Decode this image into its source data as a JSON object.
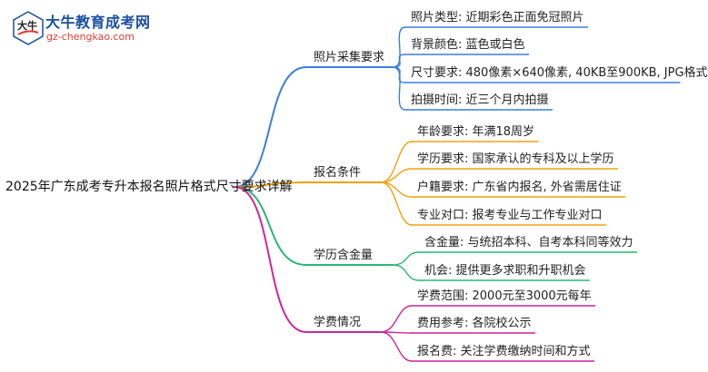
{
  "logo": {
    "badge_text": "大牛",
    "title": "大牛教育成考网",
    "url": "gz-chengkao.com"
  },
  "root": "2025年广东成考专升本报名照片格式尺寸要求详解",
  "branches": [
    {
      "label": "照片采集要求",
      "color": "#3a7ee0",
      "children": [
        "照片类型: 近期彩色正面免冠照片",
        "背景颜色: 蓝色或白色",
        "尺寸要求: 480像素×640像素, 40KB至900KB, JPG格式",
        "拍摄时间: 近三个月内拍摄"
      ]
    },
    {
      "label": "报名条件",
      "color": "#f2a20d",
      "children": [
        "年龄要求: 年满18周岁",
        "学历要求: 国家承认的专科及以上学历",
        "户籍要求: 广东省内报名, 外省需居住证",
        "专业对口: 报考专业与工作专业对口"
      ]
    },
    {
      "label": "学历含金量",
      "color": "#2bb673",
      "children": [
        "含金量: 与统招本科、自考本科同等效力",
        "机会: 提供更多求职和升职机会"
      ]
    },
    {
      "label": "学费情况",
      "color": "#d0249a",
      "children": [
        "学费范围: 2000元至3000元每年",
        "费用参考: 各院校公示",
        "报名费: 关注学费缴纳时间和方式"
      ]
    }
  ]
}
